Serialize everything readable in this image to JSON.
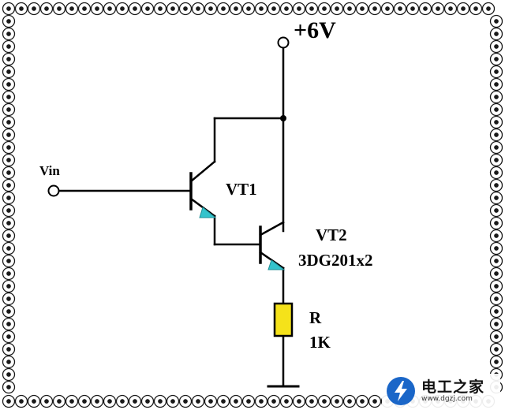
{
  "diagram": {
    "supply_label": "+6V",
    "input_label": "Vin",
    "transistor_1": "VT1",
    "transistor_2": "VT2",
    "transistor_part": "3DG201x2",
    "resistor_name": "R",
    "resistor_value": "1K"
  },
  "colors": {
    "wire": "#000000",
    "emitter_arrow": "#33c3cc",
    "resistor_fill": "#f5e21a",
    "frame": "#1a1a1a"
  },
  "watermark": {
    "site_name": "电工之家",
    "url": "www.dgzj.com",
    "logo_color": "#1a66c8"
  }
}
